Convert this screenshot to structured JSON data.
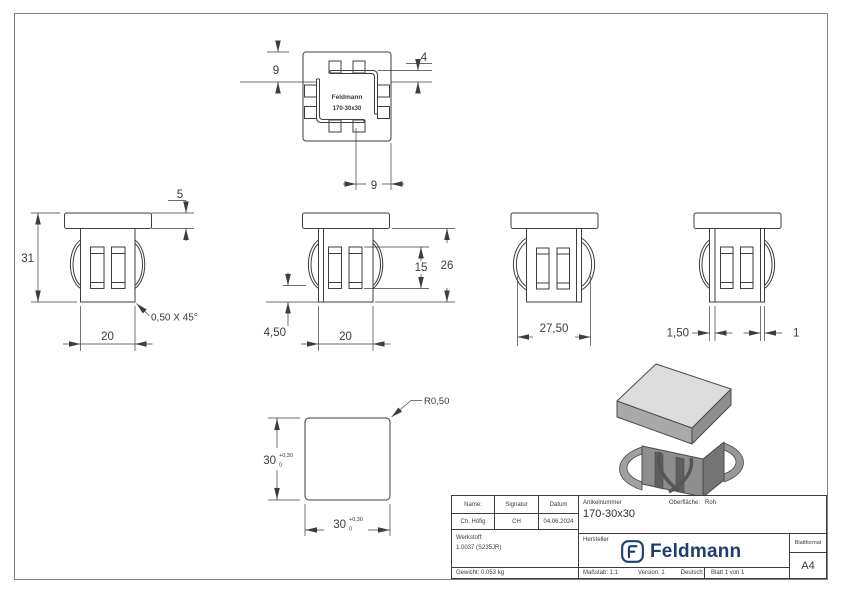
{
  "sheet": {
    "format": "A4"
  },
  "colors": {
    "line": "#3d3d3d",
    "frame": "#808080",
    "logo_navy": "#1e3f6e",
    "part_top": "#dcdcdc",
    "part_side": "#8f8f8f"
  },
  "views": {
    "top": {
      "label_line1": "Feldmann",
      "label_line2": "170-30x30",
      "dim_left": "9",
      "dim_right": "4",
      "dim_bottom": "9"
    },
    "front": {
      "dim_flange": "5",
      "dim_height": "31",
      "dim_width": "20",
      "chamfer": "0,50 X 45°"
    },
    "side2": {
      "dim_offset": "4,50",
      "dim_width": "20",
      "dim_slot": "15",
      "dim_body": "26"
    },
    "side3": {
      "dim_spring": "27,50"
    },
    "side4": {
      "dim_wall_left": "1,50",
      "dim_wall_right": "1"
    },
    "bottom": {
      "size": "30",
      "tol_plus": "+0,30",
      "tol_zero": "0",
      "radius": "R0,50"
    }
  },
  "title_block": {
    "name_label": "Name:",
    "name": "Ch. Höfig",
    "signatur_label": "Signatur",
    "signatur": "CH",
    "datum_label": "Datum",
    "datum": "04.06.2024",
    "artikelnummer_label": "Artikelnummer",
    "artikelnummer": "170-30x30",
    "oberflaeche_label": "Oberfläche:",
    "oberflaeche": "Roh",
    "werkstoff_label": "Werkstoff:",
    "werkstoff": "1.0037 (S235JR)",
    "gewicht": "Gewicht: 0.053 kg",
    "hersteller_label": "Hersteller",
    "logo_text": "Feldmann",
    "blattformat_label": "Blattformat",
    "blattformat": "A4",
    "massstab": "Maßstab: 1:1",
    "version": "Version: 1",
    "sprache": "Deutsch",
    "blatt": "Blatt 1 von 1"
  }
}
